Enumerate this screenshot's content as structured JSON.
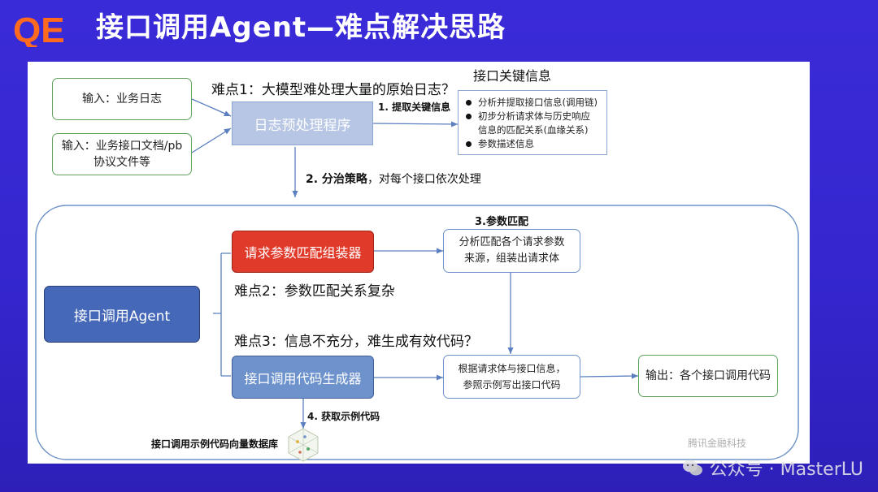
{
  "header": {
    "logo_text": "QE",
    "title": "接口调用Agent—难点解决思路"
  },
  "colors": {
    "background": "#3526cf",
    "brand_orange": "#ff6a1f",
    "preprocess_fill": "#b7c6e4",
    "matcher_fill": "#e03a2a",
    "agent_fill": "#4668b8",
    "generator_fill": "#6d92cc",
    "connector": "#5b7fc0"
  },
  "inputs": {
    "logs": "输入：业务日志",
    "docs_line1": "输入：业务接口文档/pb",
    "docs_line2": "协议文件等"
  },
  "difficulties": {
    "d1": "难点1：大模型难处理大量的原始日志？",
    "d2": "难点2：参数匹配关系复杂",
    "d3": "难点3：信息不充分，难生成有效代码？"
  },
  "nodes": {
    "preprocess": "日志预处理程序",
    "matcher": "请求参数匹配组装器",
    "agent": "接口调用Agent",
    "generator": "接口调用代码生成器",
    "match_desc_line1": "分析匹配各个请求参数",
    "match_desc_line2": "来源，组装出请求体",
    "gen_desc_line1": "根据请求体与接口信息，",
    "gen_desc_line2": "参照示例写出接口代码",
    "output": "输出：各个接口调用代码",
    "database": "接口调用示例代码向量数据库"
  },
  "key_info": {
    "title": "接口关键信息",
    "items": [
      "分析并提取接口信息(调用链)",
      "初步分析请求体与历史响应",
      "信息的匹配关系(血缘关系)",
      "参数描述信息"
    ]
  },
  "steps": {
    "s1": "1. 提取关键信息",
    "s2_bold": "2. 分治策略",
    "s2_rest": "，对每个接口依次处理",
    "s3": "3.参数匹配",
    "s4": "4. 获取示例代码"
  },
  "watermark": {
    "brand": "腾讯金融科技",
    "account": "公众号 · MasterLU"
  }
}
